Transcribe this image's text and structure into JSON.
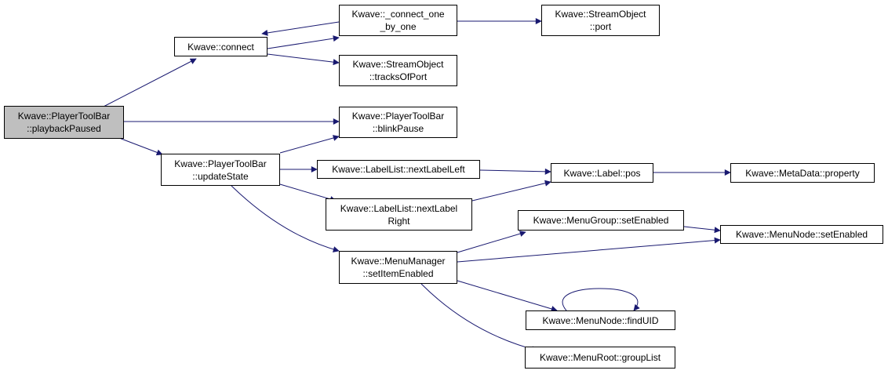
{
  "graph": {
    "colors": {
      "edge": "#191970",
      "node_border": "#000000",
      "root_fill": "#bfbfbf",
      "node_fill": "#ffffff"
    },
    "nodes": {
      "playbackPaused": {
        "lines": [
          "Kwave::PlayerToolBar",
          "::playbackPaused"
        ]
      },
      "connect": {
        "lines": [
          "Kwave::connect"
        ]
      },
      "connectOneByOne": {
        "lines": [
          "Kwave::_connect_one",
          "_by_one"
        ]
      },
      "streamPort": {
        "lines": [
          "Kwave::StreamObject",
          "::port"
        ]
      },
      "tracksOfPort": {
        "lines": [
          "Kwave::StreamObject",
          "::tracksOfPort"
        ]
      },
      "blinkPause": {
        "lines": [
          "Kwave::PlayerToolBar",
          "::blinkPause"
        ]
      },
      "updateState": {
        "lines": [
          "Kwave::PlayerToolBar",
          "::updateState"
        ]
      },
      "nextLabelLeft": {
        "lines": [
          "Kwave::LabelList::nextLabelLeft"
        ]
      },
      "labelPos": {
        "lines": [
          "Kwave::Label::pos"
        ]
      },
      "metaProperty": {
        "lines": [
          "Kwave::MetaData::property"
        ]
      },
      "nextLabelRight": {
        "lines": [
          "Kwave::LabelList::nextLabel",
          "Right"
        ]
      },
      "groupSetEnabled": {
        "lines": [
          "Kwave::MenuGroup::setEnabled"
        ]
      },
      "nodeSetEnabled": {
        "lines": [
          "Kwave::MenuNode::setEnabled"
        ]
      },
      "setItemEnabled": {
        "lines": [
          "Kwave::MenuManager",
          "::setItemEnabled"
        ]
      },
      "findUID": {
        "lines": [
          "Kwave::MenuNode::findUID"
        ]
      },
      "groupList": {
        "lines": [
          "Kwave::MenuRoot::groupList"
        ]
      }
    }
  }
}
